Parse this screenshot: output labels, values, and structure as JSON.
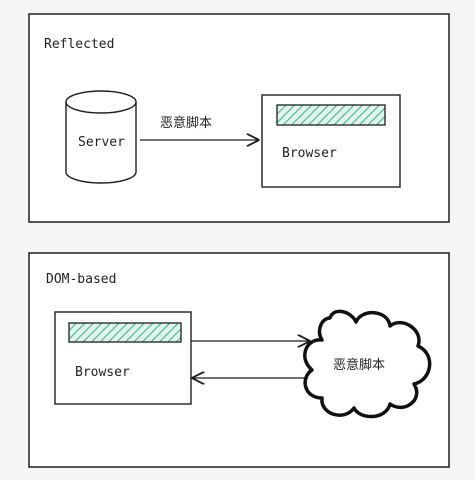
{
  "panels": {
    "reflected": {
      "title": "Reflected",
      "server_label": "Server",
      "arrow_label": "恶意脚本",
      "browser_label": "Browser"
    },
    "dom_based": {
      "title": "DOM-based",
      "browser_label": "Browser",
      "cloud_label": "恶意脚本"
    }
  },
  "colors": {
    "stroke": "#1e1e1e",
    "hatch": "#3fb58a",
    "hatch_bg": "#d9f0e6",
    "panel_bg": "#ffffff"
  }
}
